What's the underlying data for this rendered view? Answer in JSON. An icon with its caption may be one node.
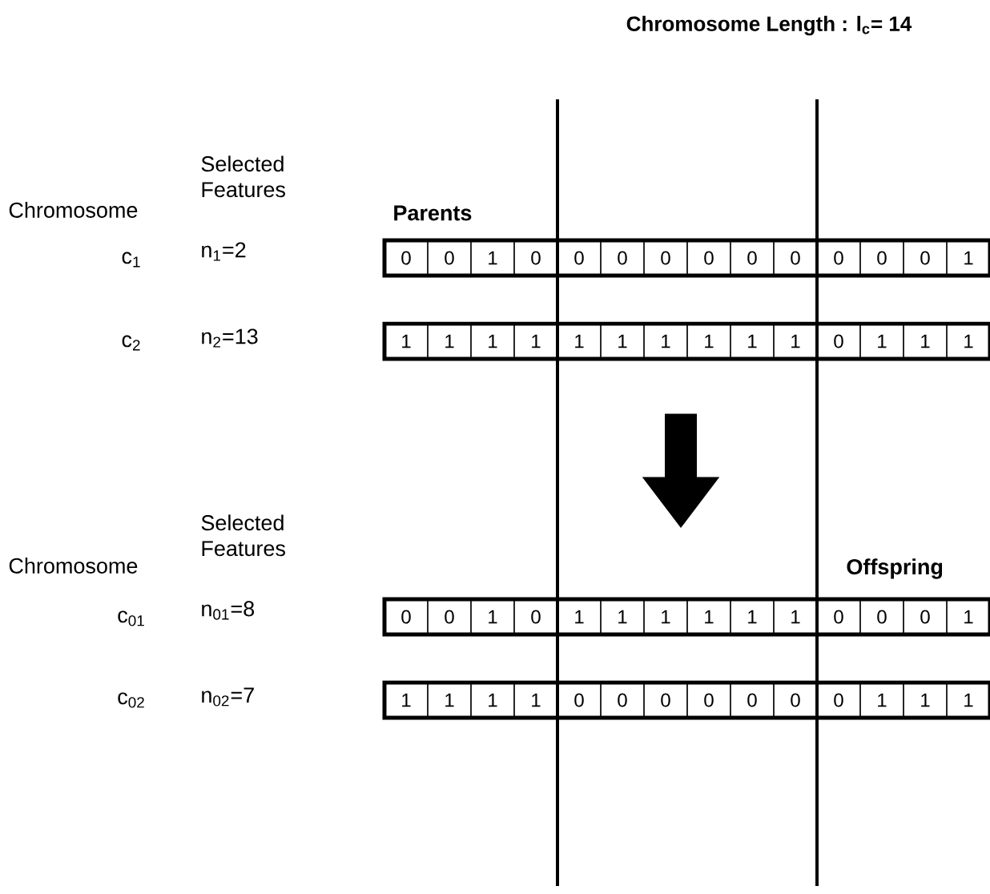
{
  "diagram": {
    "title": "Chromosome Length : l$_{c}$= 14",
    "nodes": [
      {
        "text": [],
        "shape": "bar"
      },
      {
        "text": [
          "0"
        ],
        "in": 0
      },
      {
        "text": [
          "0"
        ],
        "in": 0
      },
      {
        "text": [
          "1"
        ],
        "in": 0
      },
      {
        "text": [
          "0"
        ],
        "in": 0
      },
      {
        "text": [
          "0"
        ],
        "in": 0
      },
      {
        "text": [
          "0"
        ],
        "in": 0
      },
      {
        "text": [
          "0"
        ],
        "in": 0
      },
      {
        "text": [
          "0"
        ],
        "in": 0
      },
      {
        "text": [
          "0"
        ],
        "in": 0
      },
      {
        "text": [
          "0"
        ],
        "in": 0
      },
      {
        "text": [
          "0"
        ],
        "in": 0
      },
      {
        "text": [
          "0"
        ],
        "in": 0
      },
      {
        "text": [
          "0"
        ],
        "in": 0
      },
      {
        "text": [
          "1"
        ],
        "in": 0
      },
      {
        "text": [],
        "shape": "bar"
      },
      {
        "text": [
          "1"
        ],
        "in": 15
      },
      {
        "text": [
          "1"
        ],
        "in": 15
      },
      {
        "text": [
          "1"
        ],
        "in": 15
      },
      {
        "text": [
          "1"
        ],
        "in": 15
      },
      {
        "text": [
          "1"
        ],
        "in": 15
      },
      {
        "text": [
          "1"
        ],
        "in": 15
      },
      {
        "text": [
          "1"
        ],
        "in": 15
      },
      {
        "text": [
          "1"
        ],
        "in": 15
      },
      {
        "text": [
          "1"
        ],
        "in": 15
      },
      {
        "text": [
          "1"
        ],
        "in": 15
      },
      {
        "text": [
          "0"
        ],
        "in": 15
      },
      {
        "text": [
          "1"
        ],
        "in": 15
      },
      {
        "text": [
          "1"
        ],
        "in": 15
      },
      {
        "text": [
          "1"
        ],
        "in": 15
      },
      {
        "text": [],
        "shape": "bar"
      },
      {
        "text": [
          "0"
        ],
        "in": 30
      },
      {
        "text": [
          "0"
        ],
        "in": 30
      },
      {
        "text": [
          "1"
        ],
        "in": 30
      },
      {
        "text": [
          "0"
        ],
        "in": 30
      },
      {
        "text": [
          "1"
        ],
        "in": 30
      },
      {
        "text": [
          "1"
        ],
        "in": 30
      },
      {
        "text": [
          "1"
        ],
        "in": 30
      },
      {
        "text": [
          "1"
        ],
        "in": 30
      },
      {
        "text": [
          "1"
        ],
        "in": 30
      },
      {
        "text": [
          "1"
        ],
        "in": 30
      },
      {
        "text": [
          "0"
        ],
        "in": 30
      },
      {
        "text": [
          "0"
        ],
        "in": 30
      },
      {
        "text": [
          "0"
        ],
        "in": 30
      },
      {
        "text": [
          "1"
        ],
        "in": 30
      },
      {
        "text": [],
        "shape": "bar"
      },
      {
        "text": [
          "1"
        ],
        "in": 45
      },
      {
        "text": [
          "1"
        ],
        "in": 45
      },
      {
        "text": [
          "1"
        ],
        "in": 45
      },
      {
        "text": [
          "1"
        ],
        "in": 45
      },
      {
        "text": [
          "0"
        ],
        "in": 45
      },
      {
        "text": [
          "0"
        ],
        "in": 45
      },
      {
        "text": [
          "0"
        ],
        "in": 45
      },
      {
        "text": [
          "0"
        ],
        "in": 45
      },
      {
        "text": [
          "0"
        ],
        "in": 45
      },
      {
        "text": [
          "0"
        ],
        "in": 45
      },
      {
        "text": [
          "0"
        ],
        "in": 45
      },
      {
        "text": [
          "1"
        ],
        "in": 45
      },
      {
        "text": [
          "1"
        ],
        "in": 45
      },
      {
        "text": [
          "1"
        ],
        "in": 45
      }
    ],
    "edges": [
      {
        "from": 15,
        "to": 30,
        "arrow": "to"
      }
    ],
    "labels": [
      "Selected Features",
      "Chromosome",
      "Parents",
      "c$_{1}$",
      "n$_{1}$=2",
      "c$_{2}$",
      "n$_{2}$=13",
      "Selected Features",
      "Chromosome",
      "Offspring",
      "c$_{01}$",
      "n$_{01}$=8",
      "c$_{02}$",
      "n$_{02}$=7"
    ]
  }
}
